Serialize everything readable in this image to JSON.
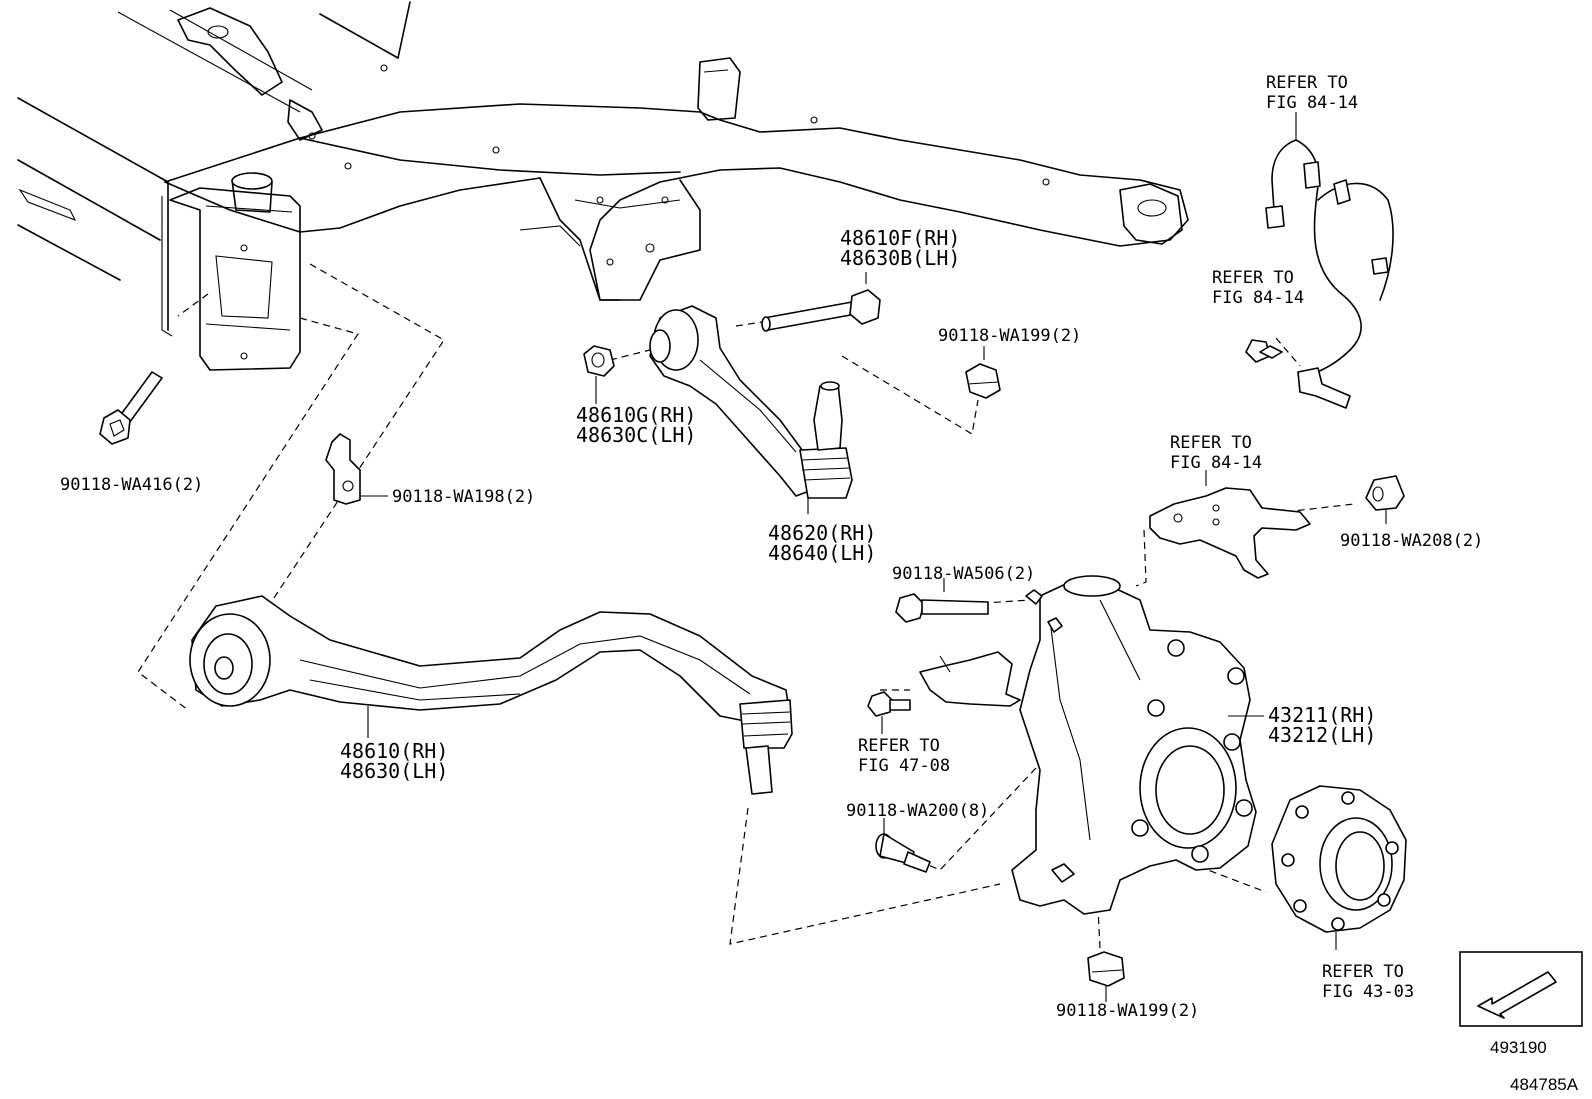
{
  "diagram": {
    "callouts": {
      "c48610F": {
        "line1": "48610F(RH)",
        "line2": "48630B(LH)"
      },
      "c48610G": {
        "line1": "48610G(RH)",
        "line2": "48630C(LH)"
      },
      "c48620": {
        "line1": "48620(RH)",
        "line2": "48640(LH)"
      },
      "c48610": {
        "line1": "48610(RH)",
        "line2": "48630(LH)"
      },
      "c43211": {
        "line1": "43211(RH)",
        "line2": "43212(LH)"
      },
      "wa416": "90118-WA416(2)",
      "wa198": "90118-WA198(2)",
      "wa199_top": "90118-WA199(2)",
      "wa506": "90118-WA506(2)",
      "wa208": "90118-WA208(2)",
      "wa200": "90118-WA200(8)",
      "wa199_bottom": "90118-WA199(2)"
    },
    "references": {
      "ref_top": {
        "line1": "REFER TO",
        "line2": "FIG 84-14"
      },
      "ref_sensor_bolt": {
        "line1": "REFER TO",
        "line2": "FIG 84-14"
      },
      "ref_bracket": {
        "line1": "REFER TO",
        "line2": "FIG 84-14"
      },
      "ref_shield": {
        "line1": "REFER TO",
        "line2": "FIG 47-08"
      },
      "ref_hub": {
        "line1": "REFER TO",
        "line2": "FIG 43-03"
      }
    },
    "figure_numbers": {
      "inner": "493190",
      "outer": "484785A"
    }
  }
}
